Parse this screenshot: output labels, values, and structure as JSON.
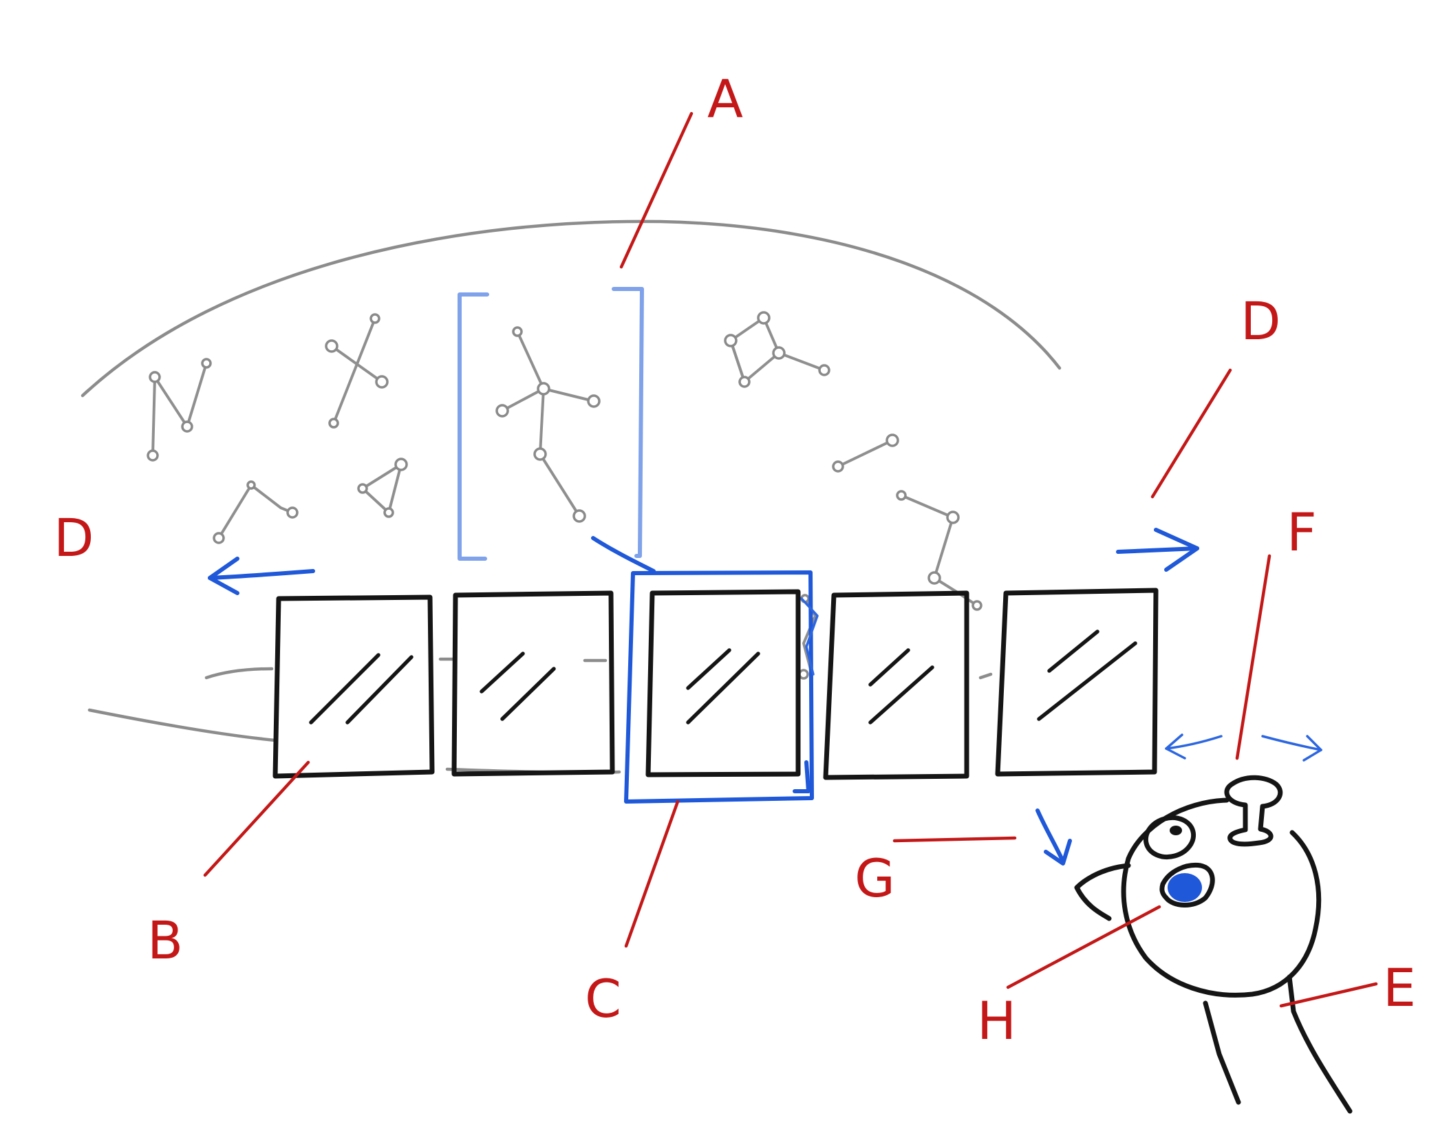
{
  "colors": {
    "ink": "#151515",
    "sky": "#8c8c8c",
    "label_red": "#c41818",
    "highlight_blue": "#1f58d8",
    "bracket_blue": "#7fa2ea",
    "background": "#ffffff"
  },
  "labels": {
    "a": "A",
    "b": "B",
    "c": "C",
    "d_left": "D",
    "d_right": "D",
    "e": "E",
    "f": "F",
    "g": "G",
    "h": "H"
  }
}
